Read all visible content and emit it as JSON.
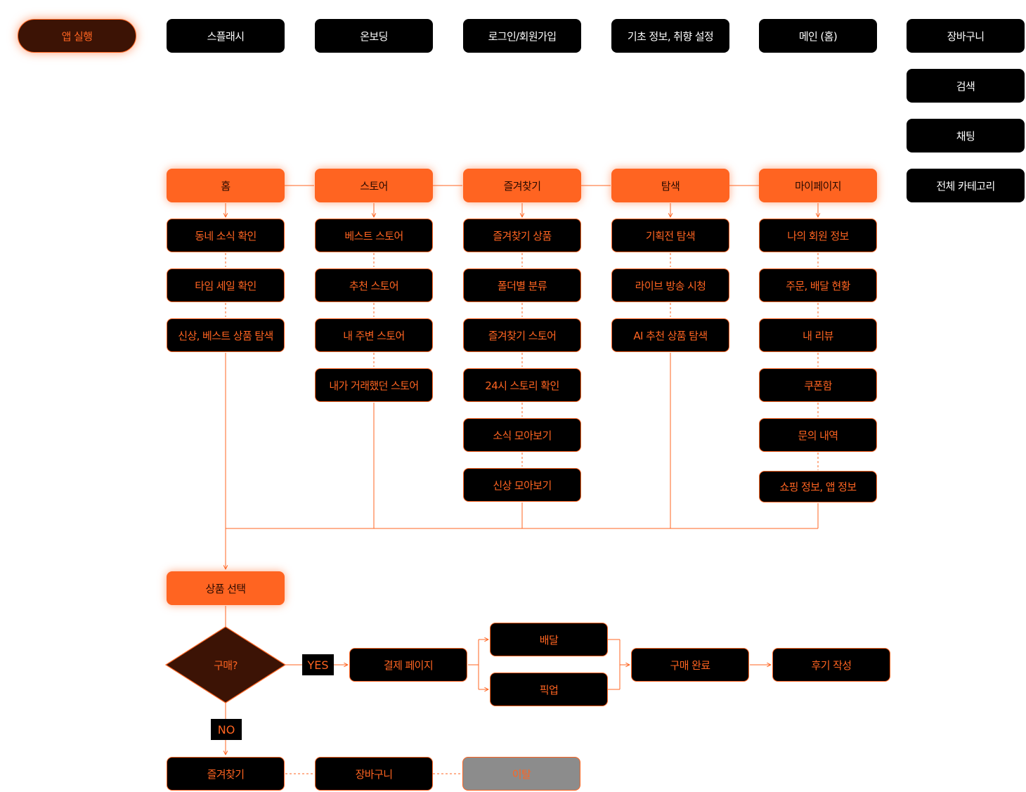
{
  "start": {
    "label": "앱 실행"
  },
  "top_row": [
    "스플래시",
    "온보딩",
    "로그인/회원가입",
    "기초 정보, 취향 설정",
    "메인 (홈)",
    "장바구니"
  ],
  "side_column": [
    "검색",
    "채팅",
    "전체 카테고리"
  ],
  "tabs": [
    {
      "label": "홈",
      "items": [
        "동네 소식 확인",
        "타임 세일 확인",
        "신상, 베스트 상품 탐색"
      ]
    },
    {
      "label": "스토어",
      "items": [
        "베스트 스토어",
        "추천 스토어",
        "내 주변 스토어",
        "내가 거래했던 스토어"
      ]
    },
    {
      "label": "즐겨찾기",
      "items": [
        "즐겨찾기 상품",
        "폴더별 분류",
        "즐겨찾기 스토어",
        "24시 스토리 확인",
        "소식 모아보기",
        "신상 모아보기"
      ]
    },
    {
      "label": "탐색",
      "items": [
        "기획전 탐색",
        "라이브 방송 시청",
        "AI 추천 상품 탐색"
      ]
    },
    {
      "label": "마이페이지",
      "items": [
        "나의 회원 정보",
        "주문, 배달 현황",
        "내 리뷰",
        "쿠폰함",
        "문의 내역",
        "쇼핑 정보, 앱 정보"
      ]
    }
  ],
  "flow": {
    "select": "상품 선택",
    "decision": "구매?",
    "yes": "YES",
    "no": "NO",
    "payment": "결제 페이지",
    "delivery": "배달",
    "pickup": "픽업",
    "complete": "구매 완료",
    "review": "후기 작성",
    "no_path": [
      "즐겨찾기",
      "장바구니",
      "이탈"
    ]
  },
  "colors": {
    "accent": "#ff6421",
    "dark": "#000000",
    "start_fill": "#3c1305",
    "decision_fill": "#3c1305",
    "exit_fill": "#8c8c8c"
  }
}
